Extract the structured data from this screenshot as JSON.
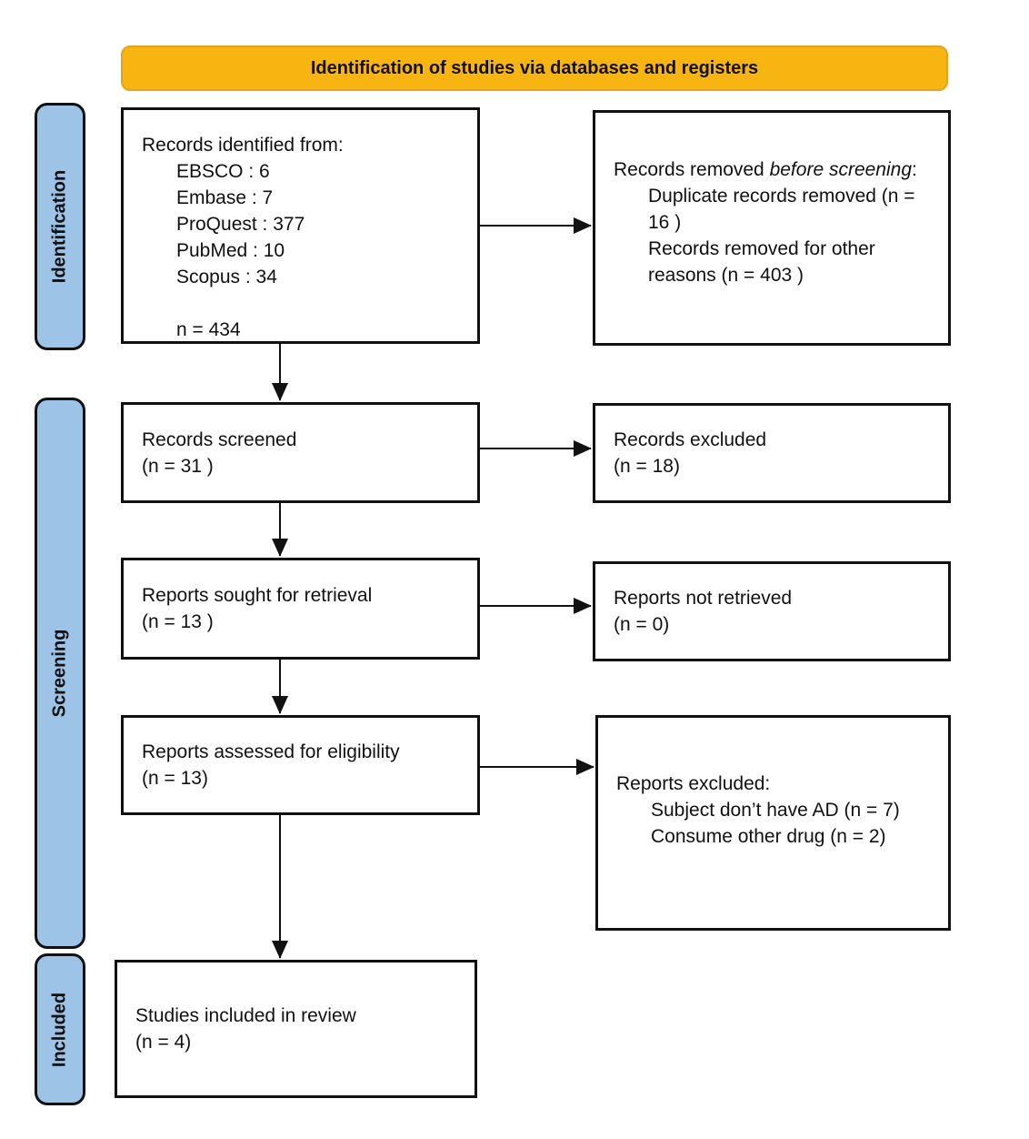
{
  "header": {
    "title": "Identification of studies via databases and registers"
  },
  "sidebar": {
    "identification": "Identification",
    "screening": "Screening",
    "included": "Included"
  },
  "boxes": {
    "identified": {
      "title": "Records identified from:",
      "sources": [
        "EBSCO : 6",
        "Embase : 7",
        "ProQuest : 377",
        "PubMed : 10",
        "Scopus : 34"
      ],
      "total": "n = 434"
    },
    "removed_before_screening": {
      "title_prefix": "Records removed ",
      "title_italic": "before screening",
      "title_suffix": ":",
      "reasons": [
        "Duplicate records removed (n = 16 )",
        "Records removed for other reasons (n = 403 )"
      ]
    },
    "screened": {
      "line1": "Records screened",
      "line2": "(n = 31 )"
    },
    "records_excluded": {
      "line1": "Records excluded",
      "line2": "(n = 18)"
    },
    "sought": {
      "line1": "Reports sought for retrieval",
      "line2": "(n = 13 )"
    },
    "not_retrieved": {
      "line1": "Reports not retrieved",
      "line2": "(n = 0)"
    },
    "assessed": {
      "line1": "Reports assessed for eligibility",
      "line2": "(n = 13)"
    },
    "reports_excluded": {
      "title": "Reports excluded:",
      "reasons": [
        "Subject don’t have AD (n = 7)",
        "Consume other drug (n = 2)"
      ]
    },
    "included_studies": {
      "line1": "Studies included in review",
      "line2": "(n = 4)"
    }
  },
  "colors": {
    "banner_fill": "#F8B511",
    "banner_border": "#DFA520",
    "stage_fill": "#9DC3E6",
    "line_color": "#111111"
  }
}
